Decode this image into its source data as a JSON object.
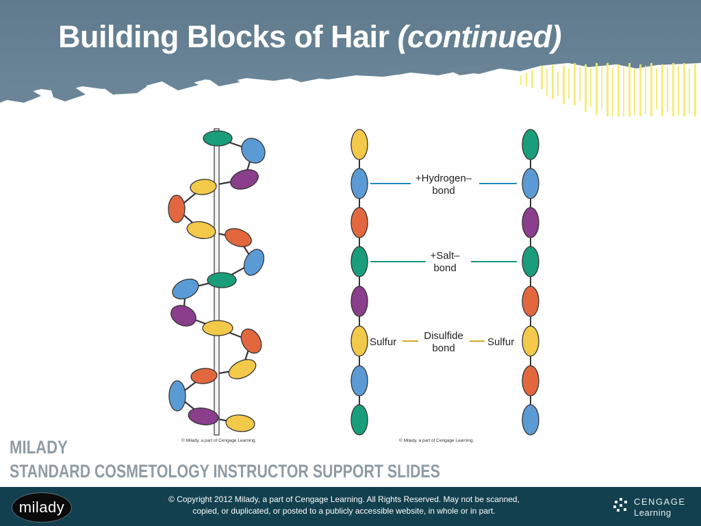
{
  "header": {
    "title": "Building Blocks of Hair",
    "title_suffix": "(continued)",
    "band_color": "#627f93",
    "accent_color": "#f3ec6a"
  },
  "left_diagram": {
    "description_icon": "helix-chain-icon",
    "credit": "© Milady, a part of Cengage Learning."
  },
  "right_diagram": {
    "labels": {
      "hydrogen_line1": "+Hydrogen–",
      "hydrogen_line2": "bond",
      "salt_line1": "+Salt–",
      "salt_line2": "bond",
      "sulfur_left": "Sulfur",
      "disulfide_line1": "Disulfide",
      "disulfide_line2": "bond",
      "sulfur_right": "Sulfur"
    },
    "bond_colors": {
      "hydrogen": "#1f8ac0",
      "salt": "#12957a",
      "disulfide": "#d9a727"
    },
    "credit": "© Milady, a part of Cengage Learning."
  },
  "bead_colors": {
    "yellow": "#f3c94a",
    "blue": "#5b9bd5",
    "orange": "#e2673f",
    "teal": "#1a9d7a",
    "purple": "#8a3e8c"
  },
  "branding": {
    "milady": "MILADY",
    "subtitle": "STANDARD COSMETOLOGY INSTRUCTOR SUPPORT SLIDES",
    "text_color": "#8f9ba4"
  },
  "footer": {
    "logo_text": "milady",
    "copyright_line1": "© Copyright 2012 Milady, a part of Cengage Learning. All Rights Reserved. May not be scanned,",
    "copyright_line2": "copied, or duplicated, or posted to a publicly accessible website, in whole or in part.",
    "cengage_name": "CENGAGE",
    "cengage_sub": "Learning",
    "background_color": "#13404f"
  }
}
